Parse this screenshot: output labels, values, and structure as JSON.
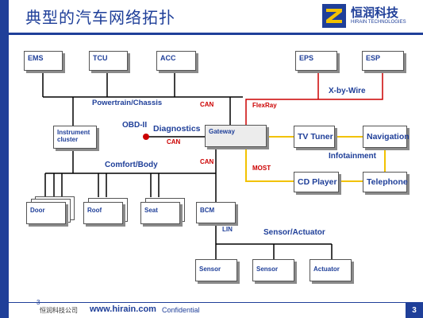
{
  "title": "典型的汽车网络拓扑",
  "logo": {
    "name_cn": "恒润科技",
    "name_en": "HIRAIN TECHNOLOGIES"
  },
  "colors": {
    "brand": "#1f3f99",
    "can_bus": "#000000",
    "flexray_bus": "#cc0000",
    "most_bus": "#f2c200",
    "obd_dot": "#cc0000"
  },
  "nodes": {
    "ems": "EMS",
    "tcu": "TCU",
    "acc": "ACC",
    "eps": "EPS",
    "esp": "ESP",
    "instrument": "Instrument cluster",
    "gateway": "Gateway",
    "tv_tuner": "TV Tuner",
    "navigation": "Navigation",
    "cd_player": "CD Player",
    "telephone": "Telephone",
    "door": "Door",
    "roof": "Roof",
    "seat": "Seat",
    "bcm": "BCM",
    "sensor1": "Sensor",
    "sensor2": "Sensor",
    "actuator": "Actuator"
  },
  "labels": {
    "powertrain": "Powertrain/Chassis",
    "can1": "CAN",
    "flexray": "FlexRay",
    "xbywire": "X-by-Wire",
    "obd": "OBD-II",
    "diagnostics": "Diagnostics",
    "can2": "CAN",
    "comfort": "Comfort/Body",
    "can3": "CAN",
    "most": "MOST",
    "infotainment": "Infotainment",
    "lin": "LIN",
    "sensor_actuator": "Sensor/Actuator"
  },
  "footer": {
    "slide_number_small": "3",
    "company": "恒润科技公司",
    "url": "www.hirain.com",
    "confidential": "Confidential",
    "page": "3"
  }
}
